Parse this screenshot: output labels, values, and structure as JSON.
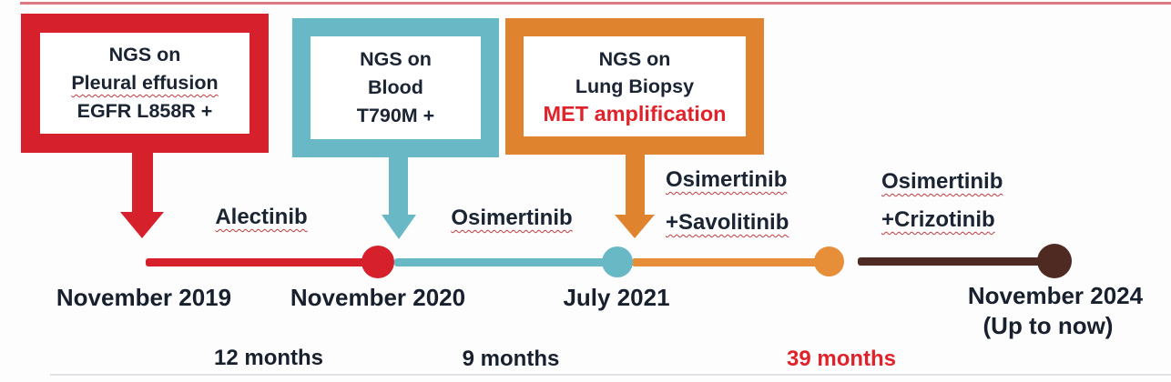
{
  "figure": {
    "type": "treatment-timeline-diagram",
    "background": "#fdfdfe",
    "colors": {
      "red": "#d6202b",
      "teal": "#68b8c6",
      "orange": "#e0832f",
      "brown": "#4e2a22",
      "text_navy": "#1a2433",
      "alert_red": "#e0232a",
      "squiggle_red": "#c23b3f"
    }
  },
  "boxes": [
    {
      "name": "ngs-pleural-effusion",
      "color": "#d6202b",
      "lines": [
        "NGS on",
        "Pleural effusion",
        "EGFR L858R +"
      ]
    },
    {
      "name": "ngs-blood",
      "color": "#68b8c6",
      "lines": [
        "NGS on",
        "Blood",
        "T790M +"
      ]
    },
    {
      "name": "ngs-lung-biopsy",
      "color": "#e0832f",
      "lines": [
        "NGS on",
        "Lung Biopsy",
        "MET amplification"
      ],
      "highlight_line": "MET amplification",
      "highlight_color": "#e0232a"
    }
  ],
  "labels": {
    "dates": [
      "November 2019",
      "November 2020",
      "July 2021",
      "November 2024"
    ],
    "up_to_now": "(Up to now)",
    "durations": [
      "12 months",
      "9 months",
      "39 months"
    ],
    "treatments": [
      {
        "line1": "Alectinib"
      },
      {
        "line1": "Osimertinib"
      },
      {
        "line1": "Osimertinib",
        "line2": "+Savolitinib"
      },
      {
        "line1": "Osimertinib",
        "line2": "+Crizotinib"
      }
    ]
  },
  "timeline": {
    "segments": [
      {
        "from": "November 2019",
        "to": "November 2020",
        "treatment": "Alectinib",
        "duration": "12 months",
        "color": "#d6202b"
      },
      {
        "from": "November 2020",
        "to": "July 2021",
        "treatment": "Osimertinib",
        "duration": "9 months",
        "color": "#68b8c6"
      },
      {
        "from": "July 2021",
        "to": "November 2024",
        "treatment": "Osimertinib +Savolitinib",
        "duration": "39 months",
        "color": "#e78f38"
      },
      {
        "from": "July 2021",
        "to": "November 2024 (Up to now)",
        "treatment": "Osimertinib +Crizotinib",
        "duration": "39 months",
        "color": "#4e2a22"
      }
    ]
  }
}
